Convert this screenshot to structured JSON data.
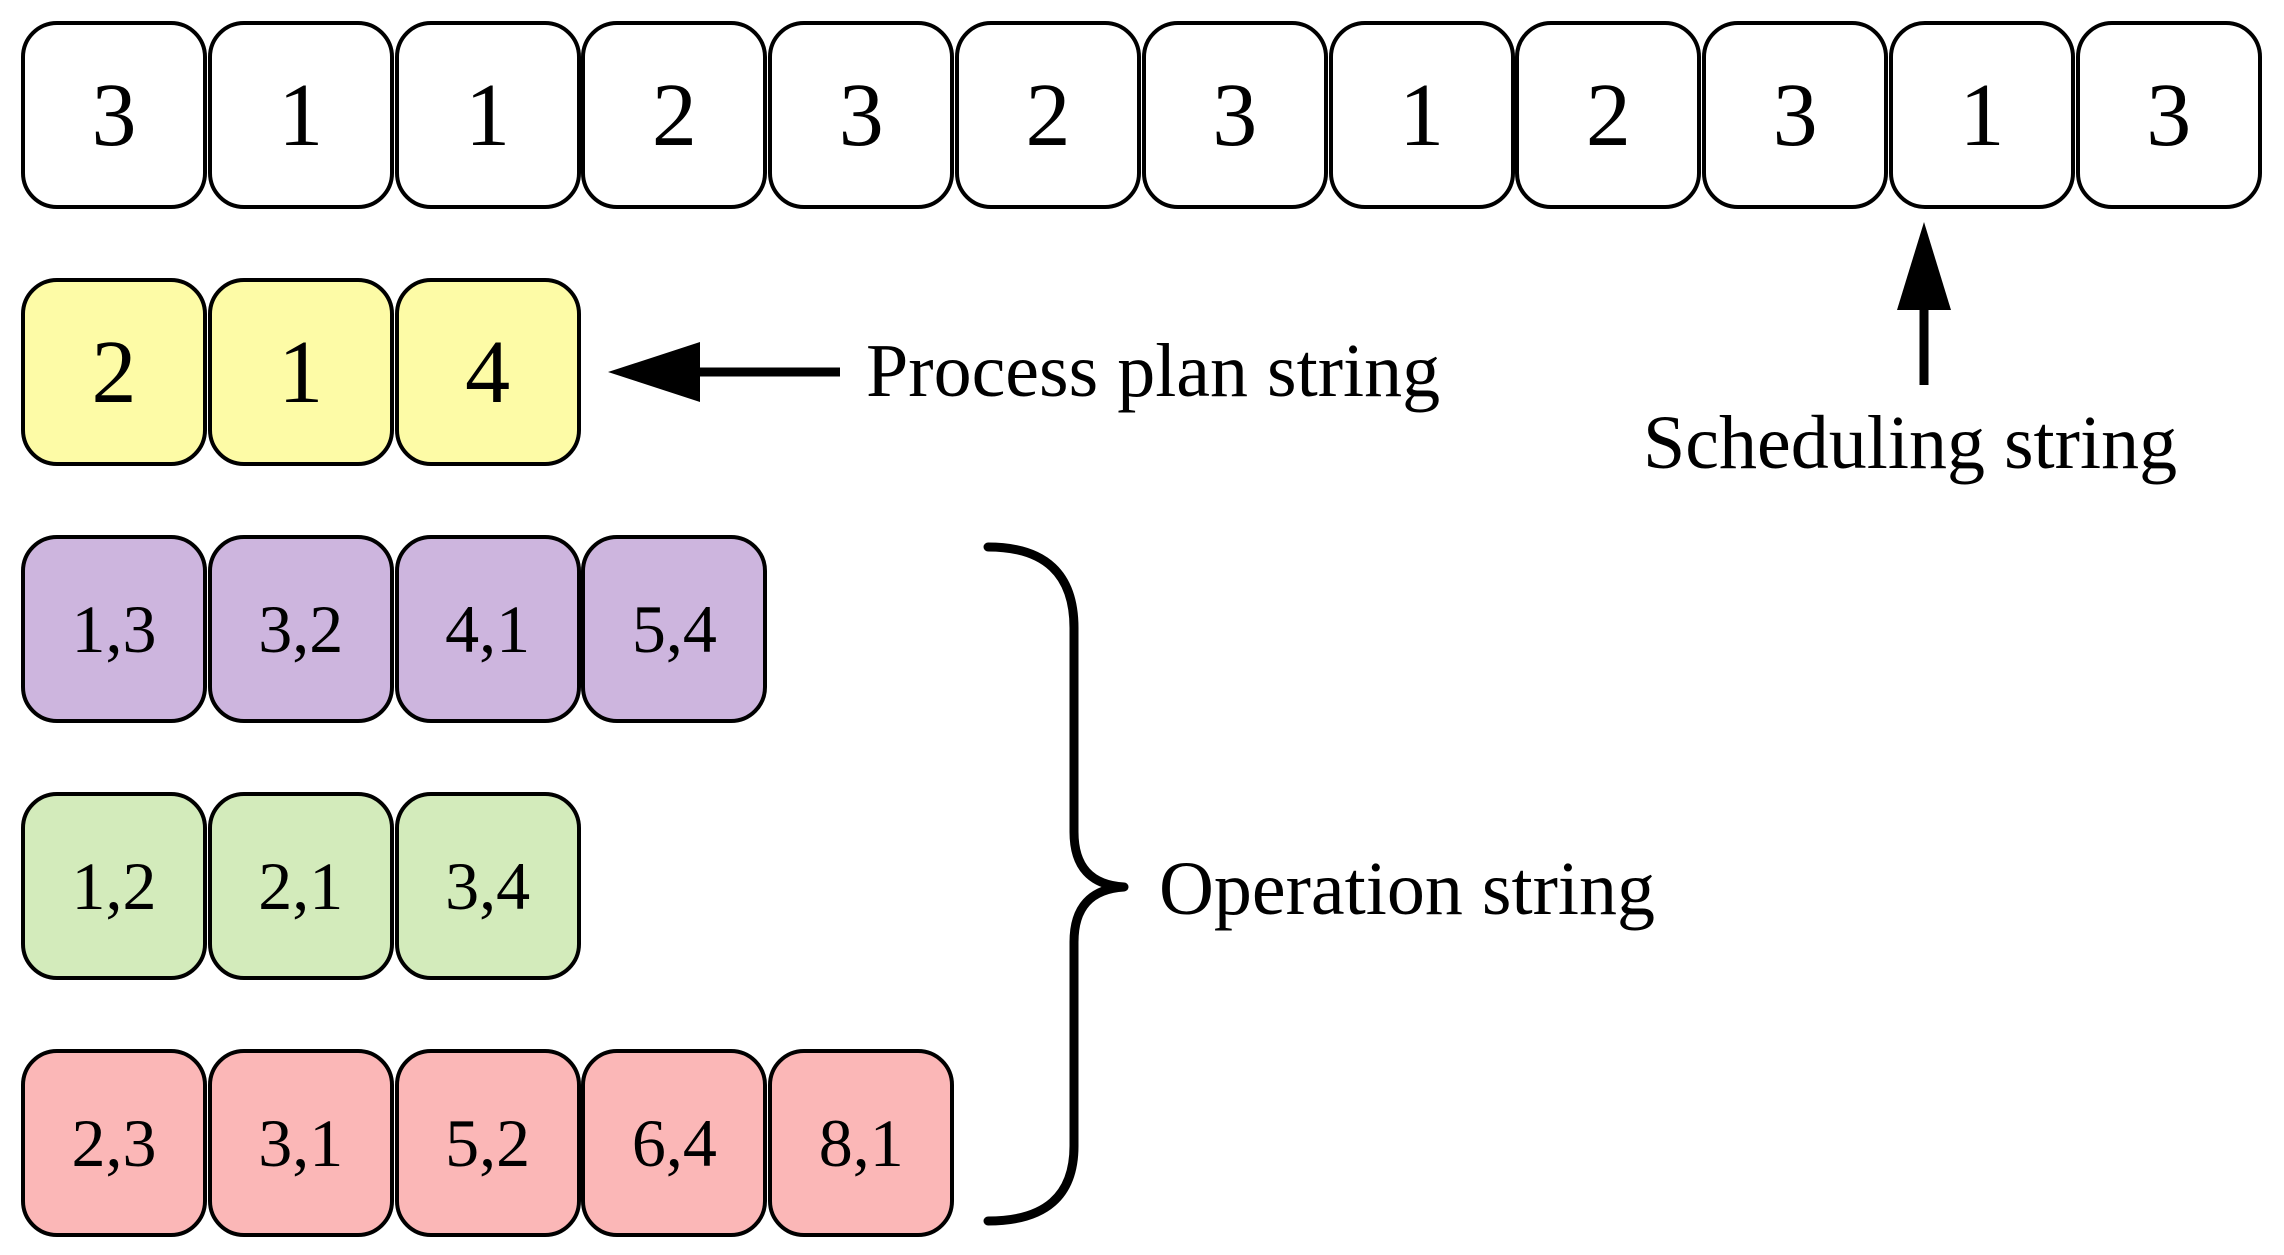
{
  "colors": {
    "scheduling_fill": "#ffffff",
    "process_plan_fill": "#fdfba6",
    "operation_fill_1": "#cdb5de",
    "operation_fill_2": "#d3ebbb",
    "operation_fill_3": "#fbb7b7",
    "stroke": "#000000"
  },
  "scheduling": {
    "values": [
      "3",
      "1",
      "1",
      "2",
      "3",
      "2",
      "3",
      "1",
      "2",
      "3",
      "1",
      "3"
    ],
    "label": "Scheduling string"
  },
  "process_plan": {
    "values": [
      "2",
      "1",
      "4"
    ],
    "label": "Process plan string"
  },
  "operation": {
    "label": "Operation string",
    "rows": [
      [
        "1,3",
        "3,2",
        "4,1",
        "5,4"
      ],
      [
        "1,2",
        "2,1",
        "3,4"
      ],
      [
        "2,3",
        "3,1",
        "5,2",
        "6,4",
        "8,1"
      ]
    ]
  }
}
